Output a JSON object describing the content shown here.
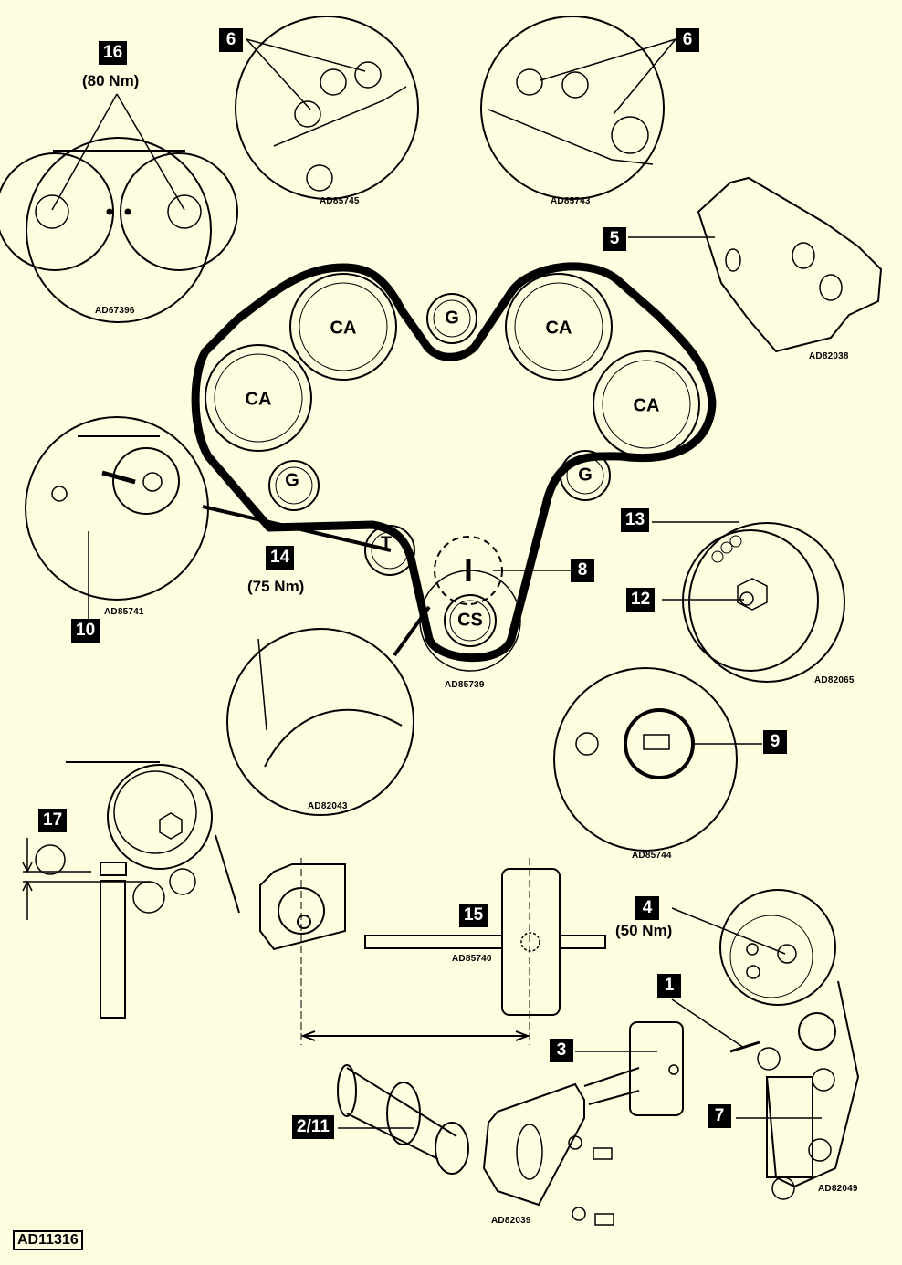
{
  "figure": {
    "main_reference": "AD11316",
    "background": "#fffde0",
    "ink": "#000000"
  },
  "callouts": [
    {
      "id": "16",
      "torque": "(80 Nm)"
    },
    {
      "id": "6a",
      "label": "6"
    },
    {
      "id": "6b",
      "label": "6"
    },
    {
      "id": "5",
      "label": "5"
    },
    {
      "id": "10",
      "label": "10"
    },
    {
      "id": "14",
      "label": "14",
      "torque": "(75 Nm)"
    },
    {
      "id": "8",
      "label": "8"
    },
    {
      "id": "13",
      "label": "13"
    },
    {
      "id": "12",
      "label": "12"
    },
    {
      "id": "9",
      "label": "9"
    },
    {
      "id": "17",
      "label": "17"
    },
    {
      "id": "15",
      "label": "15"
    },
    {
      "id": "4",
      "label": "4",
      "torque": "(50 Nm)"
    },
    {
      "id": "1",
      "label": "1"
    },
    {
      "id": "3",
      "label": "3"
    },
    {
      "id": "7",
      "label": "7"
    },
    {
      "id": "2_11",
      "label": "2/11"
    }
  ],
  "labels": {
    "c16": "16",
    "t16": "(80 Nm)",
    "c6a": "6",
    "c6b": "6",
    "c5": "5",
    "c10": "10",
    "c14": "14",
    "t14": "(75 Nm)",
    "c8": "8",
    "c13": "13",
    "c12": "12",
    "c9": "9",
    "c17": "17",
    "c15": "15",
    "c4": "4",
    "t4": "(50 Nm)",
    "c1": "1",
    "c3": "3",
    "c7": "7",
    "c2_11": "2/11"
  },
  "refs": {
    "r1": "AD67396",
    "r2": "AD85745",
    "r3": "AD85743",
    "r4": "AD82038",
    "r5": "AD85741",
    "r6": "AD85739",
    "r7": "AD82065",
    "r8": "AD82043",
    "r9": "AD85744",
    "r10": "AD85740",
    "r11": "AD82049",
    "r12": "AD82039"
  },
  "pulleys": {
    "ca1": "CA",
    "ca2": "CA",
    "ca3": "CA",
    "ca4": "CA",
    "g1": "G",
    "g2": "G",
    "g3": "G",
    "t": "T",
    "cs": "CS"
  }
}
